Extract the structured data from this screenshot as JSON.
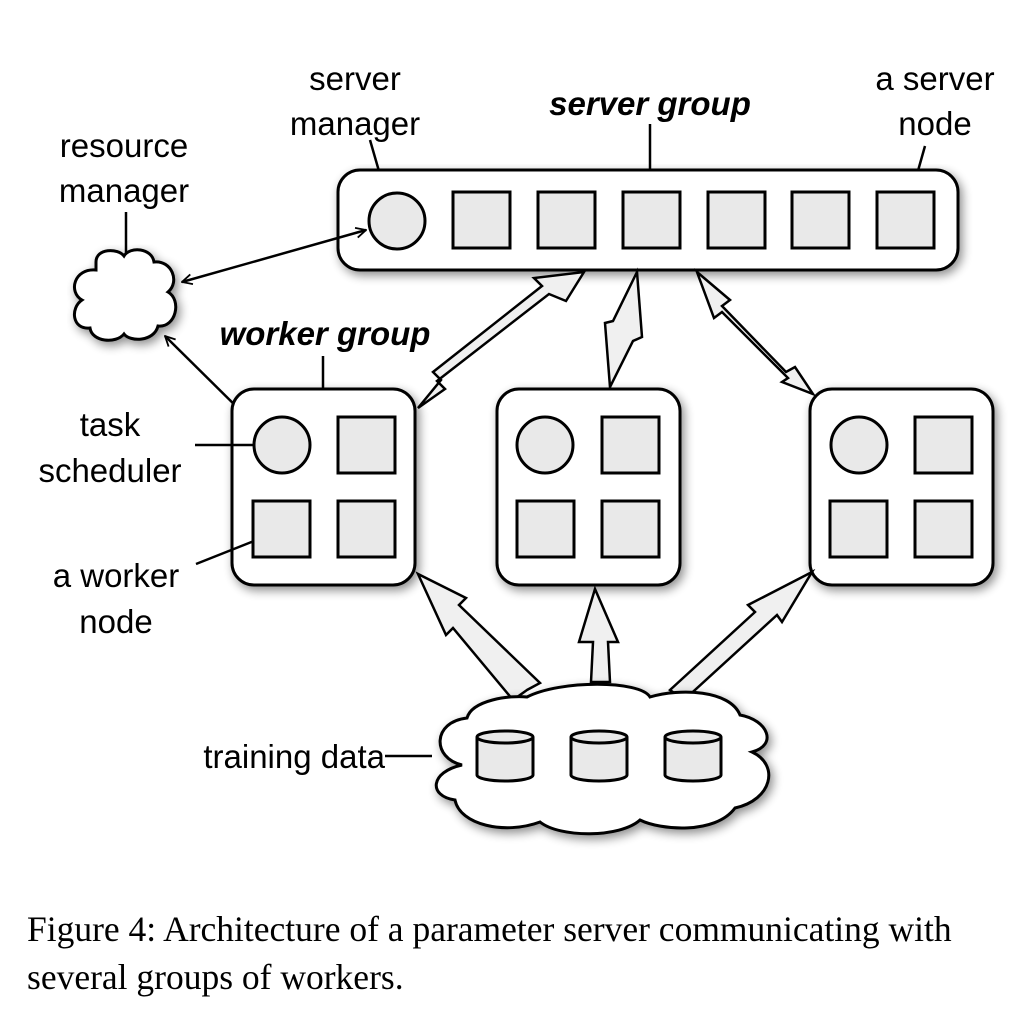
{
  "labels": {
    "server_manager": [
      "server",
      "manager"
    ],
    "server_group": "server group",
    "a_server_node": [
      "a server",
      "node"
    ],
    "resource_manager": [
      "resource",
      "manager"
    ],
    "worker_group": "worker group",
    "task_scheduler": [
      "task",
      "scheduler"
    ],
    "a_worker_node": [
      "a worker",
      "node"
    ],
    "training_data": "training data"
  },
  "server_group": {
    "manager_count": 1,
    "server_node_count": 6
  },
  "worker_groups": [
    {
      "scheduler_count": 1,
      "worker_node_count": 3
    },
    {
      "scheduler_count": 1,
      "worker_node_count": 3
    },
    {
      "scheduler_count": 1,
      "worker_node_count": 3
    }
  ],
  "training_data": {
    "database_count": 3
  },
  "colors": {
    "node_fill": "#e9e9e9",
    "stroke": "#000000",
    "background": "#ffffff"
  },
  "caption": "Figure 4: Architecture of a parameter server communicating with several groups of workers."
}
